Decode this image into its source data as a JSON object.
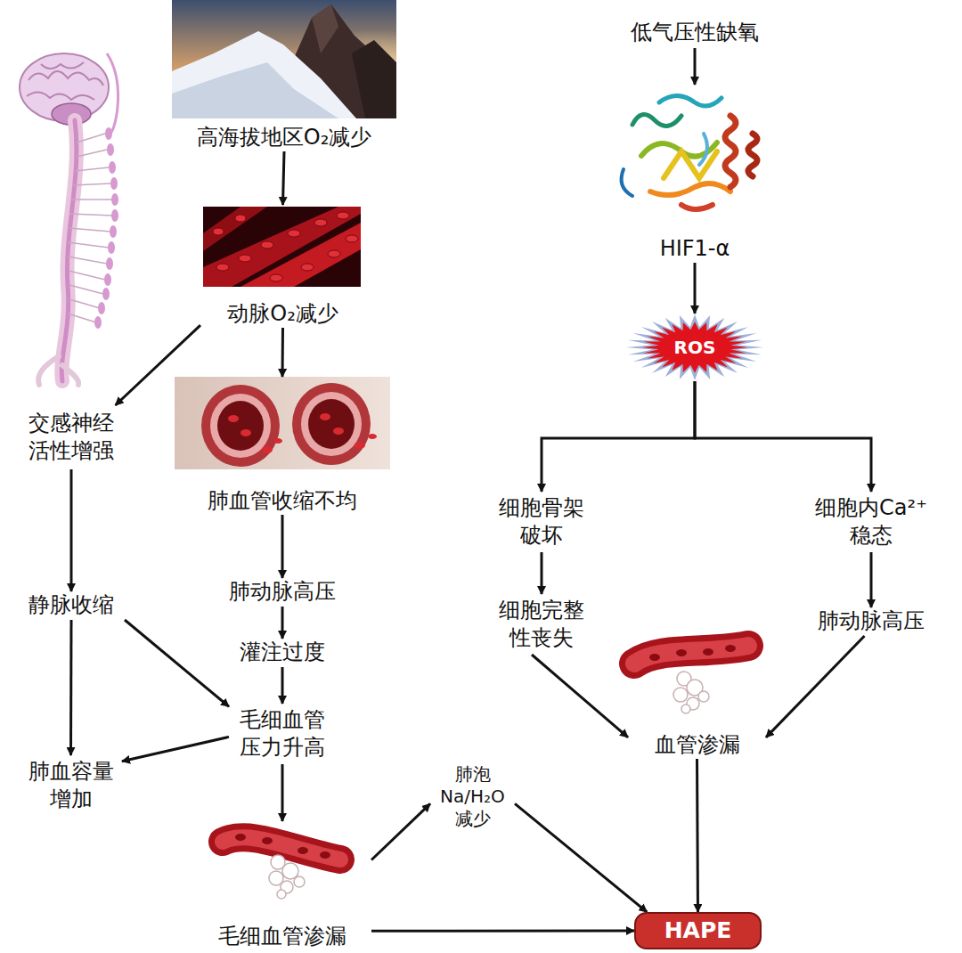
{
  "diagram": {
    "nodes": [
      {
        "text": [
          "高海拔地区O₂减少"
        ]
      },
      {
        "text": [
          "低气压性缺氧"
        ]
      },
      {
        "text": [
          "HIF1-α"
        ]
      },
      {
        "text": [
          "动脉O₂减少"
        ]
      },
      {
        "text": [
          "ROS"
        ]
      },
      {
        "text": [
          "交感神经 活性增强"
        ]
      },
      {
        "text": [
          "肺血管收缩不均"
        ]
      },
      {
        "text": [
          "细胞骨架 破坏"
        ]
      },
      {
        "text": [
          "细胞内Ca²⁺ 稳态"
        ]
      },
      {
        "text": [
          "静脉收缩"
        ]
      },
      {
        "text": [
          "肺动脉高压"
        ]
      },
      {
        "text": [
          "细胞完整 性丧失"
        ]
      },
      {
        "text": [
          "肺动脉高压"
        ]
      },
      {
        "text": [
          "灌注过度"
        ]
      },
      {
        "text": [
          "毛细血管 压力升高"
        ]
      },
      {
        "text": [
          "血管渗漏"
        ]
      },
      {
        "text": [
          "肺血容量 增加"
        ]
      },
      {
        "text": [
          "肺泡 Na/H₂O 减少"
        ]
      },
      {
        "text": [
          "毛细血管渗漏"
        ]
      },
      {
        "text": [
          "HAPE"
        ]
      }
    ],
    "edges": [
      {
        "from": 0,
        "to": 3,
        "arrow": "to"
      },
      {
        "from": 3,
        "to": 5,
        "arrow": "to"
      },
      {
        "from": 3,
        "to": 6,
        "arrow": "to"
      },
      {
        "from": 6,
        "to": 10,
        "arrow": "to"
      },
      {
        "from": 10,
        "to": 13,
        "arrow": "to"
      },
      {
        "from": 13,
        "to": 14,
        "arrow": "to"
      },
      {
        "from": 5,
        "to": 9,
        "arrow": "to"
      },
      {
        "from": 9,
        "to": 16,
        "arrow": "to"
      },
      {
        "from": 9,
        "to": 14,
        "arrow": "to"
      },
      {
        "from": 14,
        "to": 16,
        "arrow": "to"
      },
      {
        "from": 14,
        "to": 18,
        "arrow": "to"
      },
      {
        "from": 18,
        "to": 17,
        "arrow": "to"
      },
      {
        "from": 17,
        "to": 19,
        "arrow": "to"
      },
      {
        "from": 18,
        "to": 19,
        "arrow": "to"
      },
      {
        "from": 1,
        "to": 2,
        "arrow": "to"
      },
      {
        "from": 2,
        "to": 4,
        "arrow": "to"
      },
      {
        "from": 4,
        "to": 7,
        "arrow": "to"
      },
      {
        "from": 4,
        "to": 8,
        "arrow": "to"
      },
      {
        "from": 7,
        "to": 11,
        "arrow": "to"
      },
      {
        "from": 8,
        "to": 12,
        "arrow": "to"
      },
      {
        "from": 11,
        "to": 15,
        "arrow": "to"
      },
      {
        "from": 12,
        "to": 15,
        "arrow": "to"
      },
      {
        "from": 15,
        "to": 19,
        "arrow": "to"
      }
    ]
  }
}
